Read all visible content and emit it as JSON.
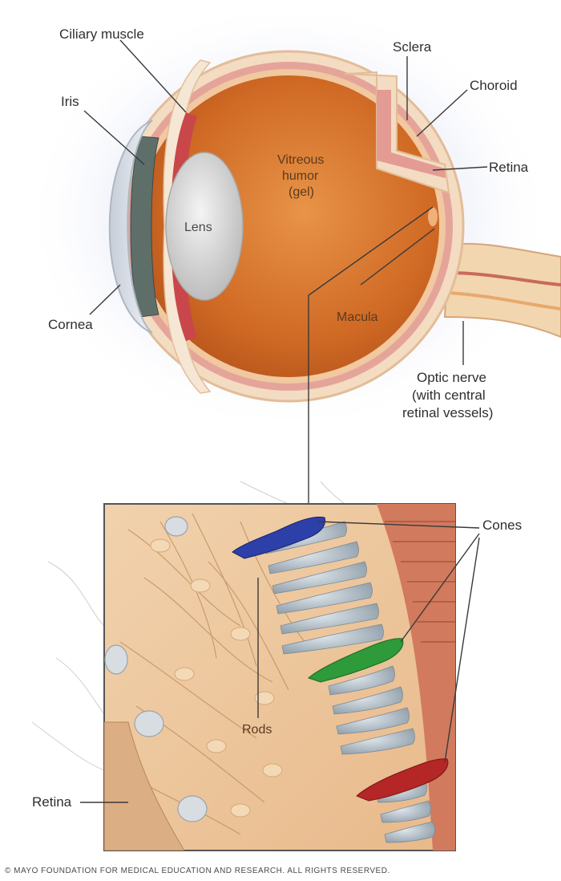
{
  "labels": {
    "ciliary_muscle": "Ciliary muscle",
    "iris": "Iris",
    "sclera": "Sclera",
    "choroid": "Choroid",
    "retina_top": "Retina",
    "vitreous_line1": "Vitreous",
    "vitreous_line2": "humor",
    "vitreous_line3": "(gel)",
    "lens": "Lens",
    "cornea": "Cornea",
    "macula": "Macula",
    "optic_line1": "Optic nerve",
    "optic_line2": "(with central",
    "optic_line3": "retinal vessels)",
    "cones": "Cones",
    "rods": "Rods",
    "retina_bottom": "Retina"
  },
  "copyright": "© MAYO FOUNDATION FOR MEDICAL EDUCATION AND RESEARCH. ALL RIGHTS RESERVED.",
  "colors": {
    "eye_interior": "#d9752e",
    "sclera": "#f3dcc2",
    "choroid": "#d98a8a",
    "lens": "#dedede",
    "iris": "#5e6f6a",
    "cone_blue": "#2d3fa8",
    "cone_green": "#2e9a3a",
    "cone_red": "#b52626",
    "rod": "#b7c3cc",
    "tissue": "#efc9a0"
  }
}
